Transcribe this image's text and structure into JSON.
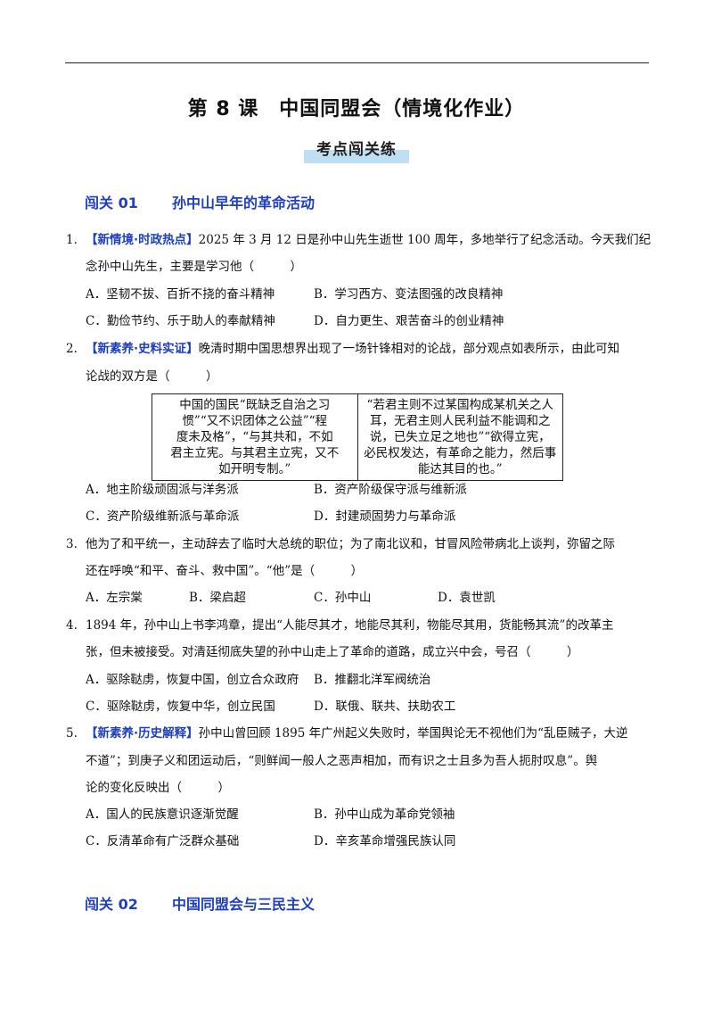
{
  "title": "第 8 课　中国同盟会（情境化作业）",
  "badge": "考点闯关练",
  "sections": [
    {
      "label": "闯关 01",
      "title": "孙中山早年的革命活动"
    },
    {
      "label": "闯关 02",
      "title": "中国同盟会与三民主义"
    }
  ],
  "questions": [
    {
      "num": "1.",
      "tag": "【新情境·时政热点】",
      "lines": [
        "2025 年 3 月 12 日是孙中山先生逝世 100 周年，多地举行了纪念活动。今天我们纪",
        "念孙中山先生，主要是学习他（　　　）"
      ],
      "options": [
        "A．坚韧不拔、百折不挠的奋斗精神",
        "B．学习西方、变法图强的改良精神",
        "C．勤俭节约、乐于助人的奉献精神",
        "D．自力更生、艰苦奋斗的创业精神"
      ]
    },
    {
      "num": "2.",
      "tag": "【新素养·史料实证】",
      "lines": [
        "晚清时期中国思想界出现了一场针锋相对的论战，部分观点如表所示，由此可知",
        "论战的双方是（　　　）"
      ],
      "table": {
        "left": [
          "中国的国民“既缺乏自治之习",
          "惯”“又不识团体之公益”“程",
          "度未及格”，“与其共和，不如",
          "君主立宪。与其君主立宪，又不",
          "如开明专制。”"
        ],
        "right": [
          "“若君主则不过某国构成某机关之人",
          "耳，无君主则人民利益不能调和之",
          "说，已失立足之地也”“欲得立宪，",
          "必民权发达，有革命之能力，然后事",
          "能达其目的也。”"
        ]
      },
      "options": [
        "A．地主阶级顽固派与洋务派",
        "B．资产阶级保守派与维新派",
        "C．资产阶级维新派与革命派",
        "D．封建顽固势力与革命派"
      ]
    },
    {
      "num": "3.",
      "tag": "",
      "lines": [
        "他为了和平统一，主动辞去了临时大总统的职位；为了南北议和，甘冒风险带病北上谈判，弥留之际",
        "还在呼唤“和平、奋斗、救中国”。“他”是（　　　）"
      ],
      "options": [
        "A．左宗棠",
        "B．梁启超",
        "C．孙中山",
        "D．袁世凯"
      ]
    },
    {
      "num": "4.",
      "tag": "",
      "lines": [
        "1894 年，孙中山上书李鸿章，提出“人能尽其才，地能尽其利，物能尽其用，货能畅其流”的改革主",
        "张，但未被接受。对清廷彻底失望的孙中山走上了革命的道路，成立兴中会，号召（　　　）"
      ],
      "options": [
        "A．驱除鞑虏，恢复中国，创立合众政府",
        "B．推翻北洋军阀统治",
        "C．驱除鞑虏，恢复中华，创立民国",
        "D．联俄、联共、扶助农工"
      ]
    },
    {
      "num": "5.",
      "tag": "【新素养·历史解释】",
      "lines": [
        "孙中山曾回顾 1895 年广州起义失败时，举国舆论无不视他们为“乱臣贼子，大逆",
        "不道”；到庚子义和团运动后，“则鲜闻一般人之恶声相加，而有识之士且多为吾人扼肘叹息”。舆",
        "论的变化反映出（　　　）"
      ],
      "options": [
        "A．国人的民族意识逐渐觉醒",
        "B．孙中山成为革命党领袖",
        "C．反清革命有广泛群众基础",
        "D．辛亥革命增强民族认同"
      ]
    }
  ]
}
